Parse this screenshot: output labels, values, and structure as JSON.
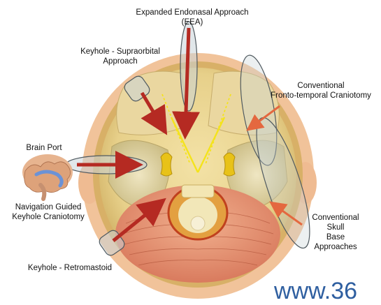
{
  "banner_fragment": "",
  "labels": {
    "eea_line1": "Expanded Endonasal Approach",
    "eea_line2": "(EEA)",
    "supraorbital_line1": "Keyhole - Supraorbital",
    "supraorbital_line2": "Approach",
    "fronto_line1": "Conventional",
    "fronto_line2": "Fronto-temporal Craniotomy",
    "brain_port": "Brain Port",
    "nav_line1": "Navigation Guided",
    "nav_line2": "Keyhole Craniotomy",
    "skull_line1": "Conventional",
    "skull_line2": "Skull",
    "skull_line3": "Base",
    "skull_line4": "Approaches",
    "retromastoid": "Keyhole - Retromastoid"
  },
  "watermark": "www.36",
  "colors": {
    "arrow_red": "#b52a22",
    "arrow_orange": "#e4683f",
    "sella_lines": "#f4e31c",
    "skull_ring": "#d8b067",
    "scalp": "#f1c39a",
    "watermark": "#2f5fa0"
  }
}
